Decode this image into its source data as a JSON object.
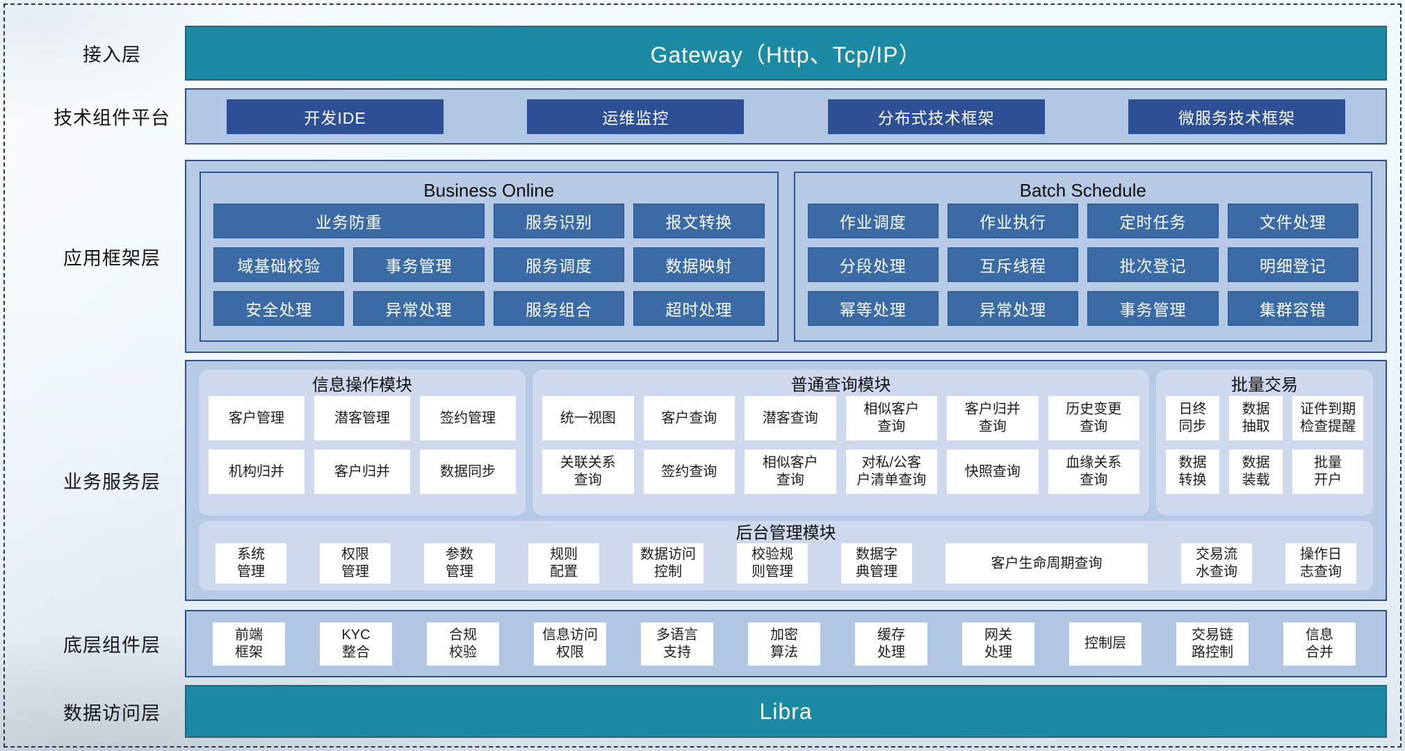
{
  "colors": {
    "teal_bar": "#1c8aa3",
    "dark_blue_button": "#2c4f96",
    "mid_blue_button": "#3a6ba5",
    "band_fill": "#b7cae5",
    "band_border": "#32507c",
    "panel_border": "#2f5391",
    "module_fill": "#cfd9ee",
    "cell_fill": "#ffffff"
  },
  "layers": {
    "access": {
      "label": "接入层",
      "title": "Gateway（Http、Tcp/IP）"
    },
    "tech_platform": {
      "label": "技术组件平台",
      "items": [
        "开发IDE",
        "运维监控",
        "分布式技术框架",
        "微服务技术框架"
      ]
    },
    "app_framework": {
      "label": "应用框架层",
      "panels": [
        {
          "title": "Business Online",
          "items": [
            {
              "label": "业务防重",
              "wide": true
            },
            "服务识别",
            "报文转换",
            "域基础校验",
            "事务管理",
            "服务调度",
            "数据映射",
            "安全处理",
            "异常处理",
            "服务组合",
            "超时处理"
          ]
        },
        {
          "title": "Batch Schedule",
          "items": [
            "作业调度",
            "作业执行",
            "定时任务",
            "文件处理",
            "分段处理",
            "互斥线程",
            "批次登记",
            "明细登记",
            "幂等处理",
            "异常处理",
            "事务管理",
            "集群容错"
          ]
        }
      ]
    },
    "business_service": {
      "label": "业务服务层",
      "modules": [
        {
          "title": "信息操作模块",
          "items": [
            "客户管理",
            "潜客管理",
            "签约管理",
            "机构归并",
            "客户归并",
            "数据同步"
          ]
        },
        {
          "title": "普通查询模块",
          "items": [
            "统一视图",
            "客户查询",
            "潜客查询",
            "相似客户\n查询",
            "客户归并\n查询",
            "历史变更\n查询",
            "关联关系\n查询",
            "签约查询",
            "相似客户\n查询",
            "对私/公客\n户清单查询",
            "快照查询",
            "血缘关系\n查询"
          ]
        },
        {
          "title": "批量交易",
          "items": [
            "日终\n同步",
            "数据\n抽取",
            "证件到期\n检查提醒",
            "数据\n转换",
            "数据\n装载",
            "批量\n开户"
          ]
        }
      ],
      "admin_module": {
        "title": "后台管理模块",
        "items": [
          "系统\n管理",
          "权限\n管理",
          "参数\n管理",
          "规则\n配置",
          "数据访问\n控制",
          "校验规\n则管理",
          "数据字\n典管理",
          {
            "label": "客户生命周期查询",
            "wide": true
          },
          "交易流\n水查询",
          "操作日\n志查询"
        ]
      }
    },
    "base_components": {
      "label": "底层组件层",
      "items": [
        "前端\n框架",
        "KYC\n整合",
        "合规\n校验",
        "信息访问\n权限",
        "多语言\n支持",
        "加密\n算法",
        "缓存\n处理",
        "网关\n处理",
        "控制层",
        "交易链\n路控制",
        "信息\n合并"
      ]
    },
    "data_access": {
      "label": "数据访问层",
      "title": "Libra"
    }
  }
}
